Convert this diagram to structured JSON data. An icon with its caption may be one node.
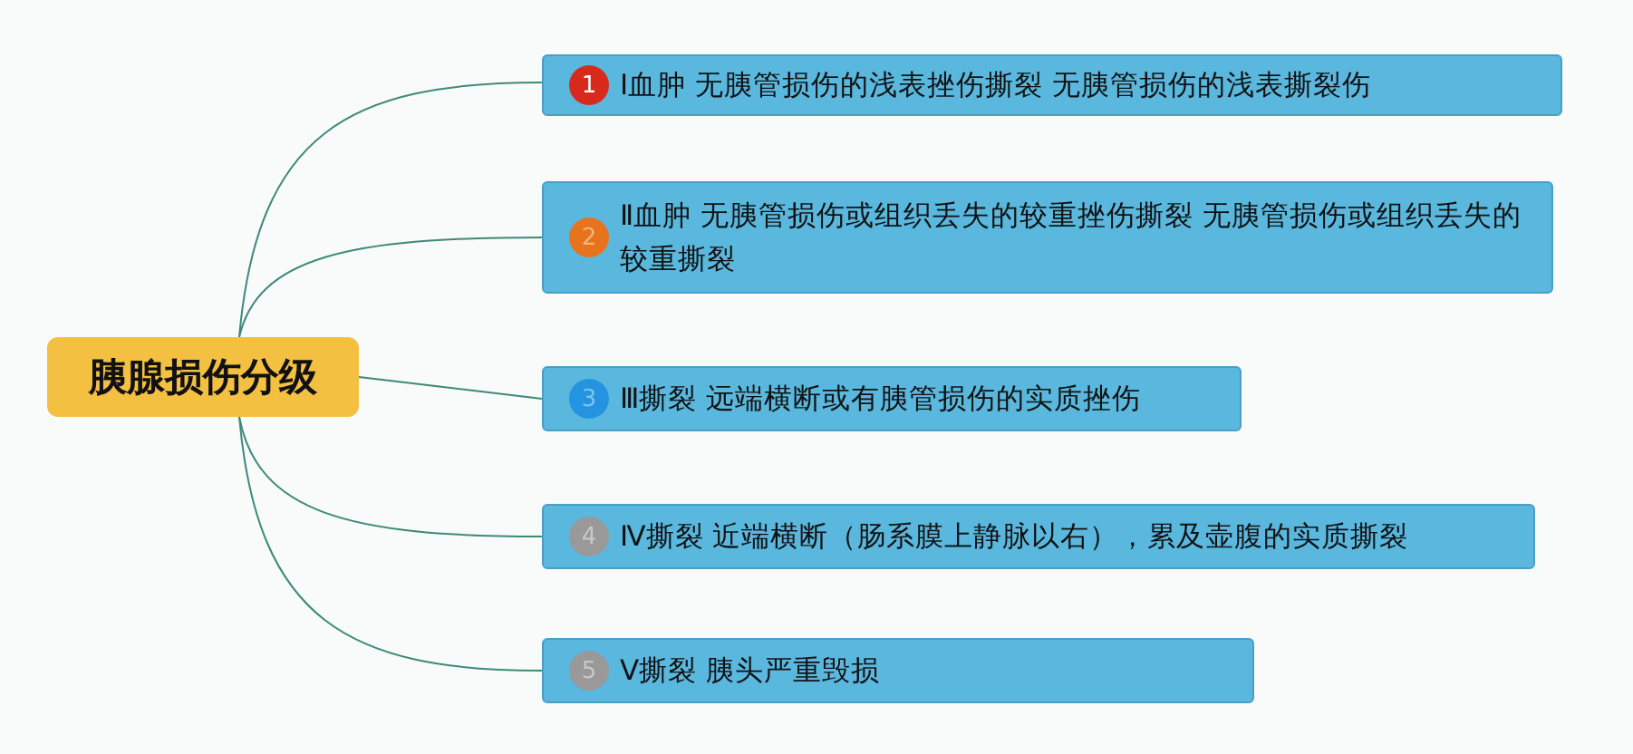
{
  "diagram": {
    "nodes": [
      {
        "text": [
          "胰腺损伤分级"
        ]
      },
      {
        "text": [
          "1",
          "Ⅰ血肿 无胰管损伤的浅表挫伤撕裂 无胰管损伤的浅表撕裂伤"
        ]
      },
      {
        "text": [
          "2",
          "Ⅱ血肿 无胰管损伤或组织丢失的较重挫伤撕裂 无胰管损伤或组织丢失的较重撕裂"
        ]
      },
      {
        "text": [
          "3",
          "Ⅲ撕裂 远端横断或有胰管损伤的实质挫伤"
        ]
      },
      {
        "text": [
          "4",
          "Ⅳ撕裂 近端横断（肠系膜上静脉以右），累及壶腹的实质撕裂"
        ]
      },
      {
        "text": [
          "5",
          "Ⅴ撕裂 胰头严重毁损"
        ]
      }
    ],
    "edges": [
      {
        "from": 0,
        "to": 1,
        "arrow": "none"
      },
      {
        "from": 0,
        "to": 2,
        "arrow": "none"
      },
      {
        "from": 0,
        "to": 3,
        "arrow": "none"
      },
      {
        "from": 0,
        "to": 4,
        "arrow": "none"
      },
      {
        "from": 0,
        "to": 5,
        "arrow": "none"
      }
    ]
  }
}
